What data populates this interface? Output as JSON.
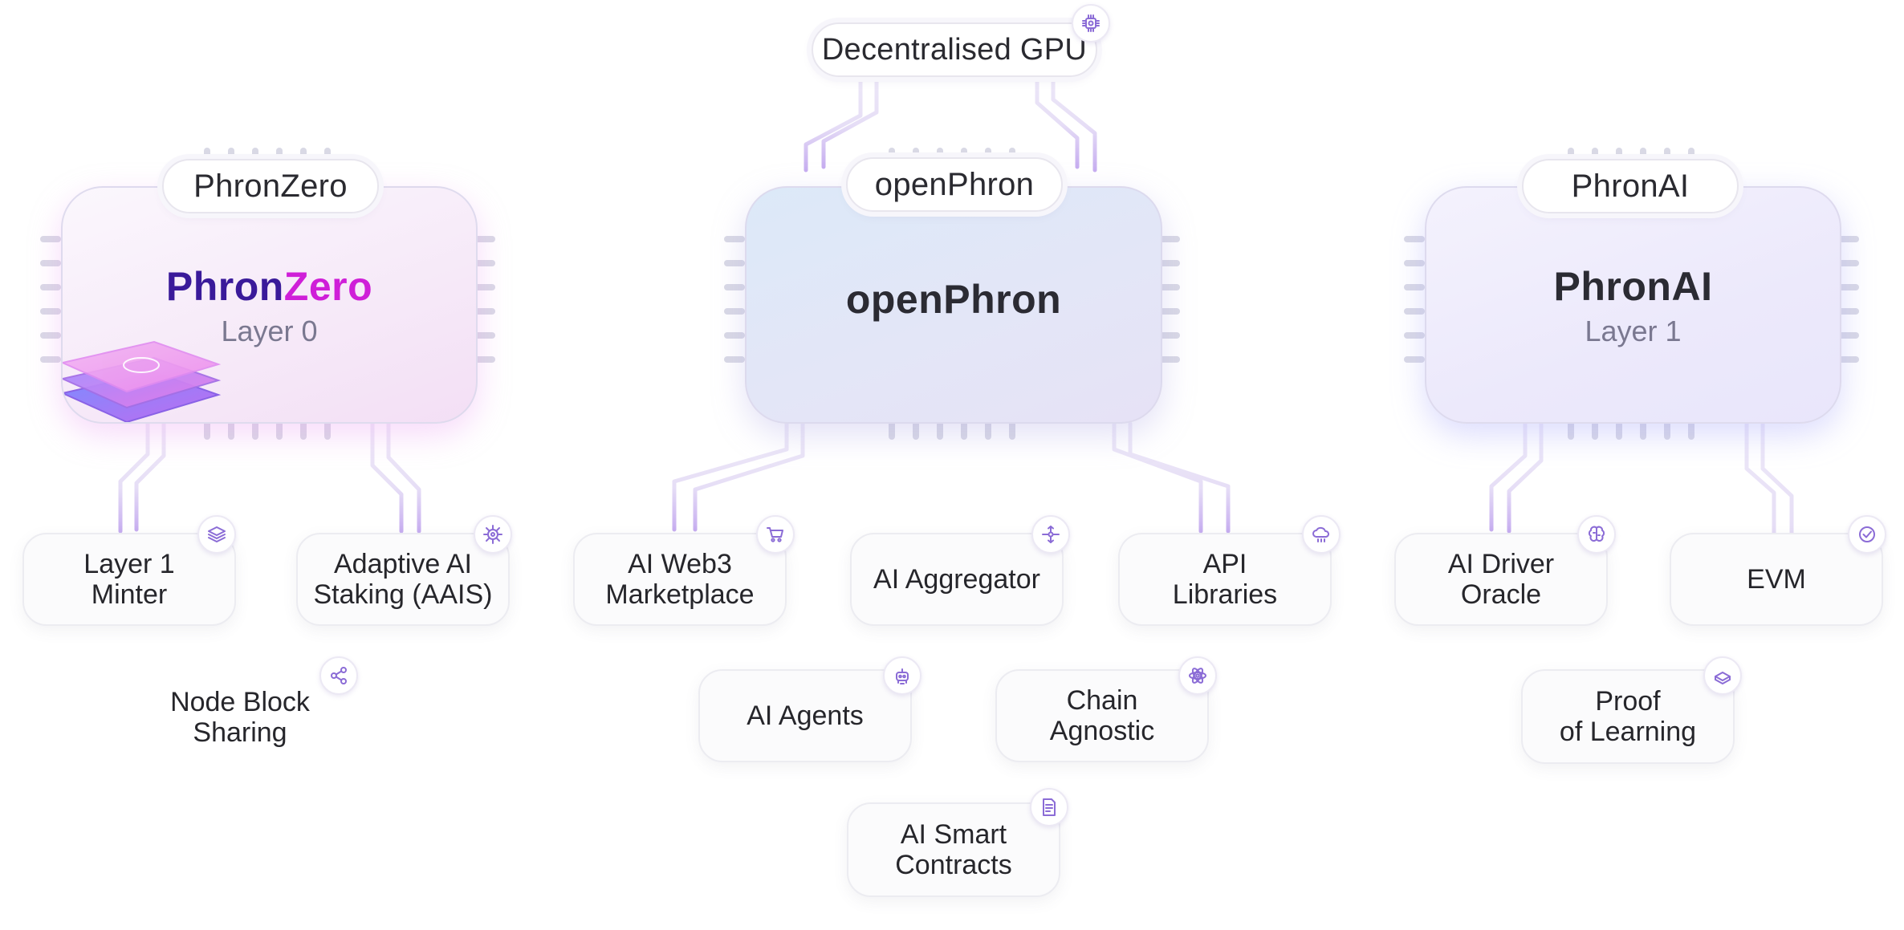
{
  "top_tag": {
    "label": "Decentralised GPU",
    "icon": "gpu-chip-icon"
  },
  "chips": {
    "zero": {
      "tag": "PhronZero",
      "title_part1": "Phron",
      "title_part2": "Zero",
      "subtitle": "Layer 0"
    },
    "open": {
      "tag": "openPhron",
      "title": "openPhron"
    },
    "ai": {
      "tag": "PhronAI",
      "title": "PhronAI",
      "subtitle": "Layer 1"
    }
  },
  "nodes": {
    "layer1_minter": {
      "label": "Layer 1\nMinter",
      "icon": "layers-icon"
    },
    "adaptive_staking": {
      "label": "Adaptive AI\nStaking (AAIS)",
      "icon": "gear-circuit-icon"
    },
    "node_block_sharing": {
      "label": "Node Block\nSharing",
      "icon": "share-icon"
    },
    "web3_marketplace": {
      "label": "AI Web3\nMarketplace",
      "icon": "cart-icon"
    },
    "aggregator": {
      "label": "AI Aggregator",
      "icon": "hub-arrows-icon"
    },
    "api_libraries": {
      "label": "API\nLibraries",
      "icon": "cloud-icon"
    },
    "agents": {
      "label": "AI Agents",
      "icon": "robot-icon"
    },
    "chain_agnostic": {
      "label": "Chain\nAgnostic",
      "icon": "atom-icon"
    },
    "smart_contracts": {
      "label": "AI Smart\nContracts",
      "icon": "document-icon"
    },
    "driver_oracle": {
      "label": "AI Driver\nOracle",
      "icon": "brain-icon"
    },
    "evm": {
      "label": "EVM",
      "icon": "check-badge-icon"
    },
    "proof_of_learning": {
      "label": "Proof\nof Learning",
      "icon": "book-icon"
    }
  },
  "colors": {
    "accent": "#8b6cd6",
    "wire_light": "#ebe7f5",
    "wire_accent": "#c9b3ee",
    "pin": "#d8d8e4",
    "phron_zero_dark": "#3a1a9a",
    "phron_zero_pink": "#d620d6"
  }
}
